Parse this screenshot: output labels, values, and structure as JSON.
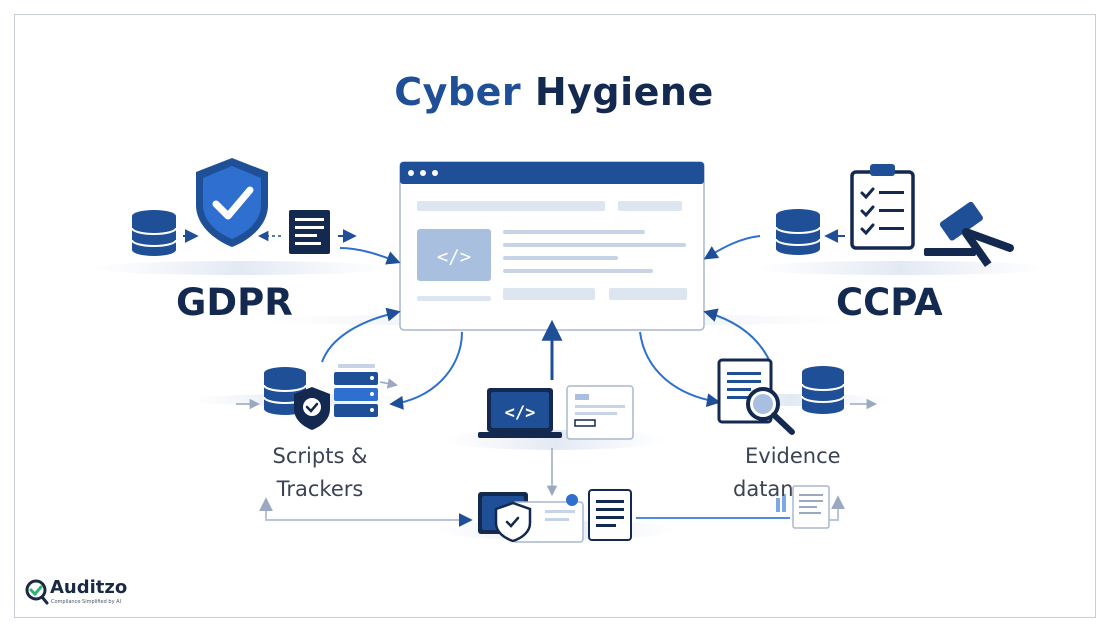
{
  "title": {
    "word1": "Cyber",
    "word2": "Hygiene"
  },
  "labels": {
    "gdpr": "GDPR",
    "ccpa": "CCPA",
    "scripts_line1": "Scripts &",
    "scripts_line2": "Trackers",
    "evidence_line1": "Evidence",
    "evidence_line2": "datan"
  },
  "logo": {
    "name": "Auditzo",
    "tagline": "Compliance Simplified by AI"
  },
  "code_symbol": "</>",
  "colors": {
    "primary": "#1f4f96",
    "dark": "#14294f",
    "light": "#dfe7f3",
    "accent": "#2e6fcf"
  },
  "icons": [
    "database-icon",
    "shield-check-icon",
    "document-icon",
    "browser-window-icon",
    "code-icon",
    "laptop-icon",
    "server-icon",
    "clipboard-checklist-icon",
    "gavel-icon",
    "magnifier-icon",
    "logo-icon"
  ]
}
